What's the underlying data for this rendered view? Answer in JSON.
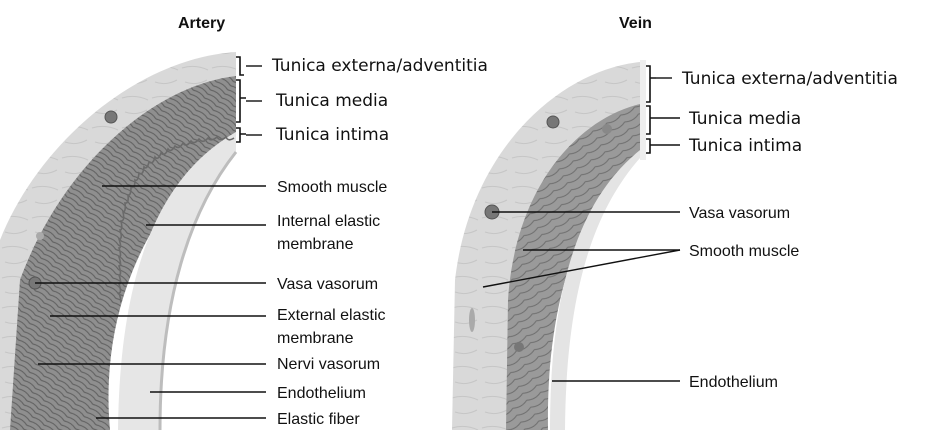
{
  "artery": {
    "title": "Artery",
    "layers": [
      "Tunica externa/adventitia",
      "Tunica media",
      "Tunica intima"
    ],
    "labels": [
      "Smooth muscle",
      "Internal elastic",
      "membrane",
      "Vasa vasorum",
      "External elastic",
      "membrane",
      "Nervi vasorum",
      "Endothelium",
      "Elastic fiber"
    ]
  },
  "vein": {
    "title": "Vein",
    "layers": [
      "Tunica externa/adventitia",
      "Tunica media",
      "Tunica intima"
    ],
    "labels": [
      "Vasa vasorum",
      "Smooth muscle",
      "Endothelium"
    ]
  }
}
